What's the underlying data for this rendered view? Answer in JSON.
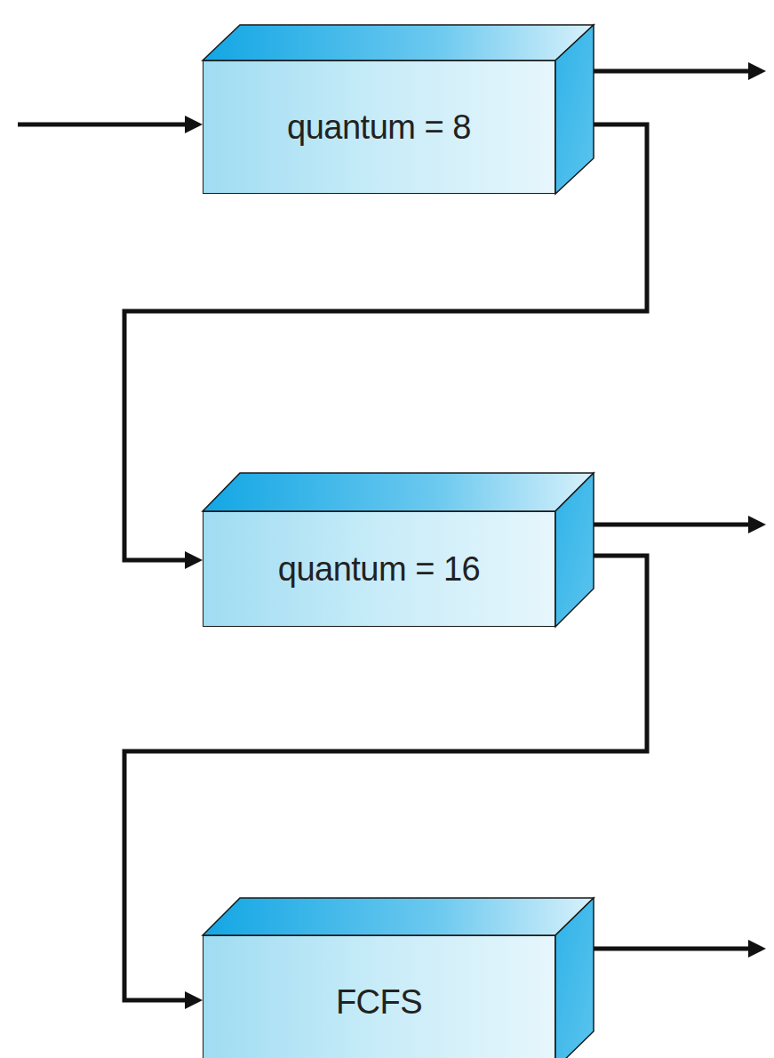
{
  "diagram": {
    "nodes": [
      {
        "text": [
          "quantum = 8"
        ]
      },
      {
        "text": [
          "quantum = 16"
        ]
      },
      {
        "text": [
          "FCFS"
        ]
      }
    ],
    "edges": [
      {
        "from": 0,
        "to": 1,
        "arrow": "to"
      },
      {
        "from": 1,
        "to": 2,
        "arrow": "to"
      }
    ]
  }
}
